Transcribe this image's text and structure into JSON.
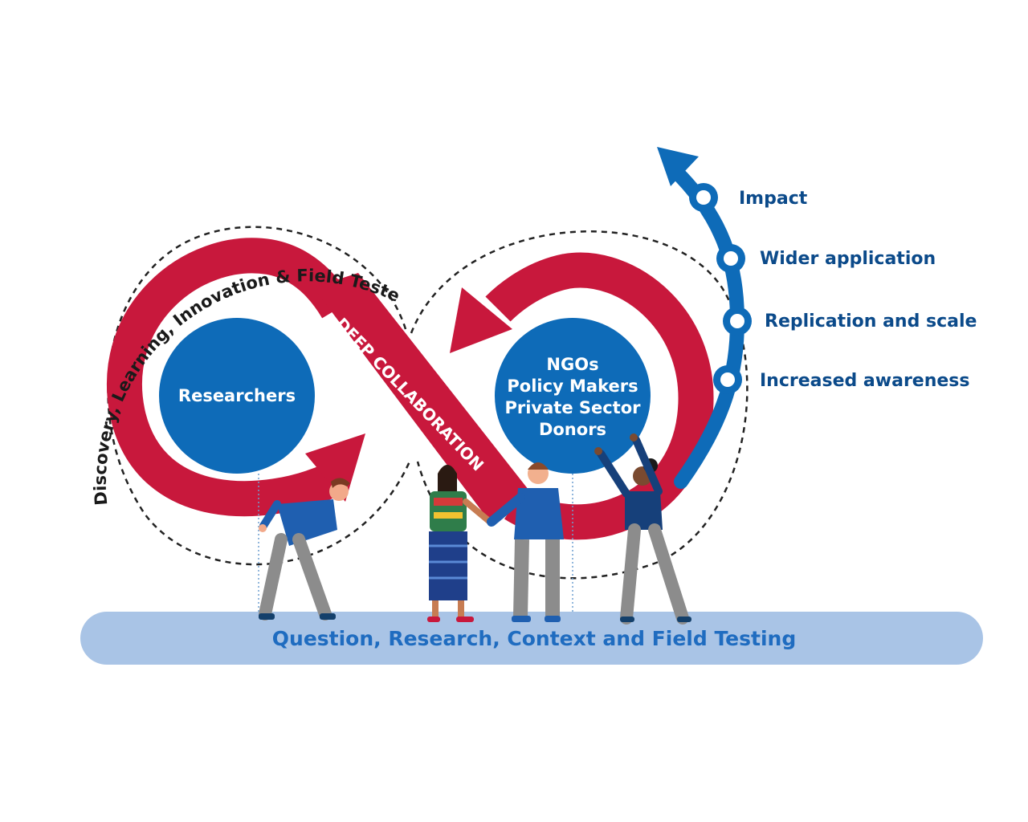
{
  "arc_label": "Discovery, Learning, Innovation & Field Tested Solution",
  "band_label": "DEEP COLLABORATION",
  "left_circle": {
    "label": "Researchers"
  },
  "right_circle": {
    "lines": [
      "NGOs",
      "Policy Makers",
      "Private Sector",
      "Donors"
    ]
  },
  "stages": [
    "Impact",
    "Wider application",
    "Replication and scale",
    "Increased awareness"
  ],
  "base_label": "Question, Research, Context and Field Testing",
  "colors": {
    "red": "#c8183c",
    "blue": "#0e6bb8",
    "dark_blue": "#0b4a8a",
    "base": "#a9c4e6",
    "text_dark": "#1a1a1a"
  }
}
